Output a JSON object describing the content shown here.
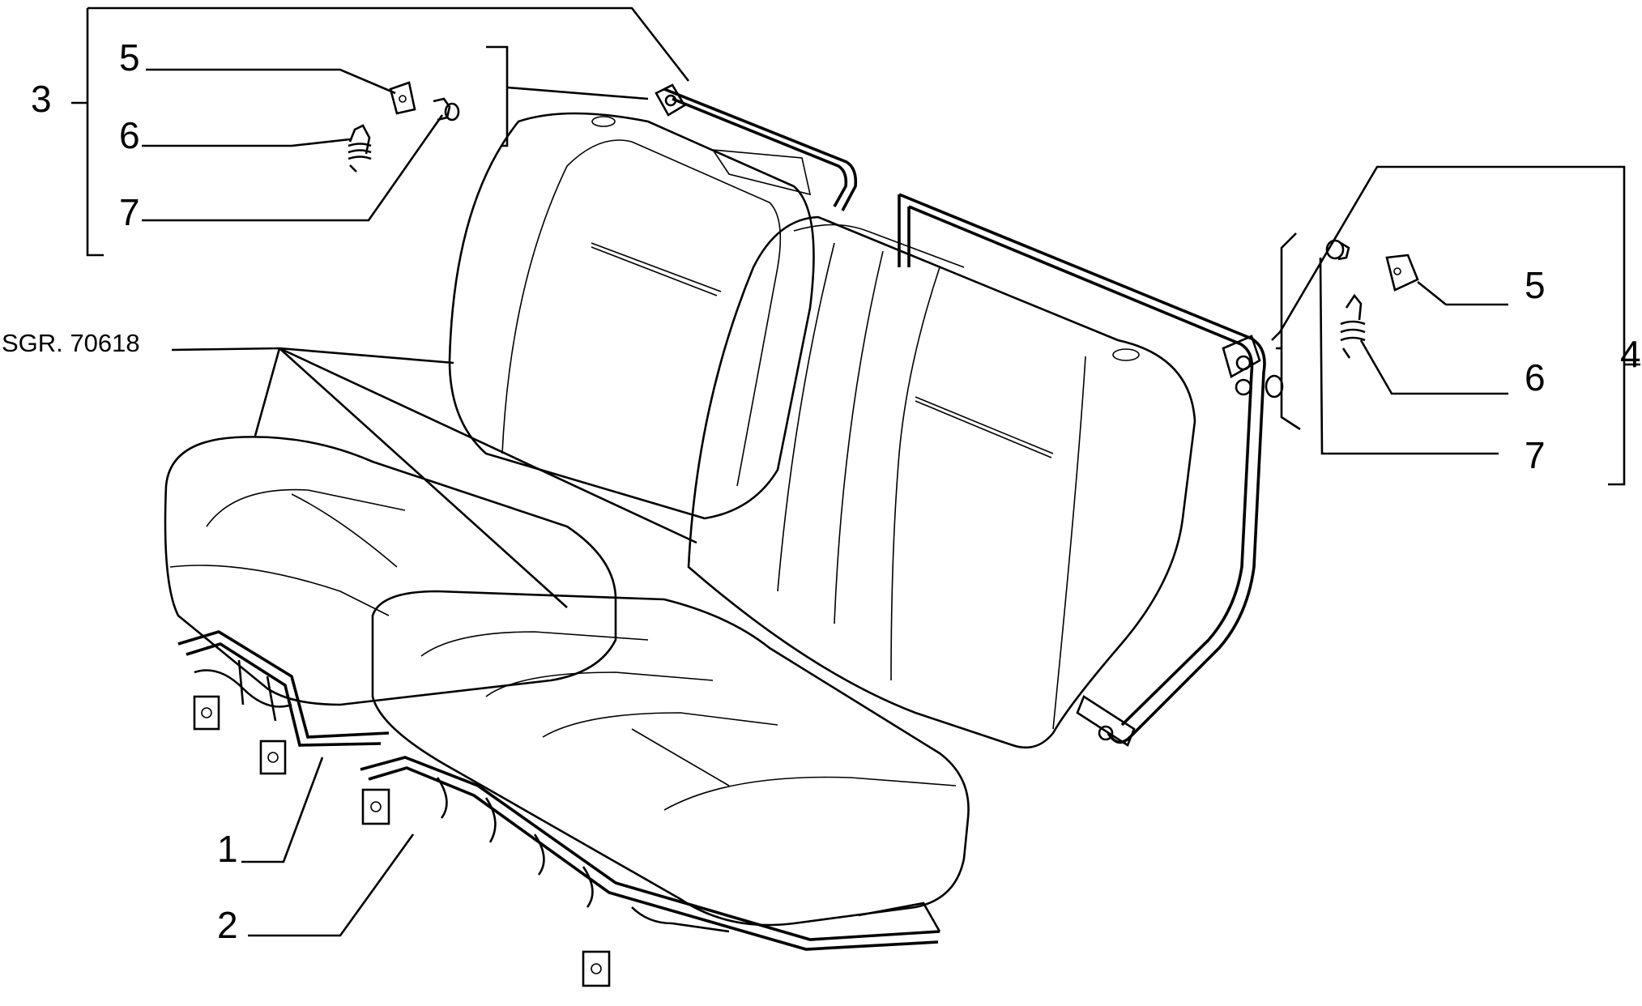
{
  "diagram": {
    "reference": "SGR. 70618",
    "callouts": {
      "left_group": {
        "group": "3",
        "items": [
          "5",
          "6",
          "7"
        ]
      },
      "right_group": {
        "group": "4",
        "items": [
          "5",
          "6",
          "7"
        ]
      },
      "cushion_frame_left": "1",
      "cushion_frame_right": "2"
    }
  }
}
